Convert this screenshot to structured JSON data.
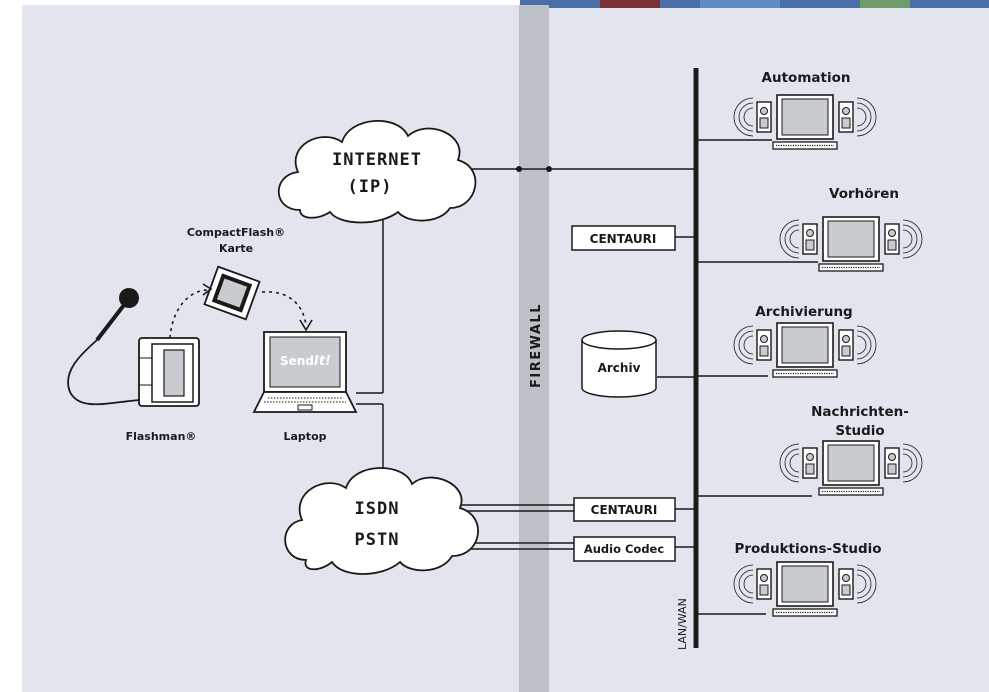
{
  "firewall": {
    "label": "FIREWALL"
  },
  "network": {
    "internet_line1": "INTERNET",
    "internet_line2": "(IP)",
    "isdn_line1": "ISDN",
    "isdn_line2": "PSTN",
    "lanwan_label": "LAN/WAN"
  },
  "boxes": {
    "centauri_top": "CENTAURI",
    "centauri_bottom": "CENTAURI",
    "audio_codec": "Audio Codec",
    "archiv": "Archiv"
  },
  "devices": {
    "compactflash_line1": "CompactFlash®",
    "compactflash_line2": "Karte",
    "flashman": "Flashman®",
    "laptop": "Laptop",
    "laptop_screen_send": "Send",
    "laptop_screen_it": "It!"
  },
  "workstations": [
    {
      "label_line1": "Automation",
      "label_line2": ""
    },
    {
      "label_line1": "Vorhören",
      "label_line2": ""
    },
    {
      "label_line1": "Archivierung",
      "label_line2": ""
    },
    {
      "label_line1": "Nachrichten-",
      "label_line2": "Studio"
    },
    {
      "label_line1": "Produktions-Studio",
      "label_line2": ""
    }
  ],
  "colors": {
    "background": "#e2e5ee",
    "firewall": "#bcc0c7",
    "line": "#1a1a1a",
    "screen": "#c8cbd0"
  }
}
